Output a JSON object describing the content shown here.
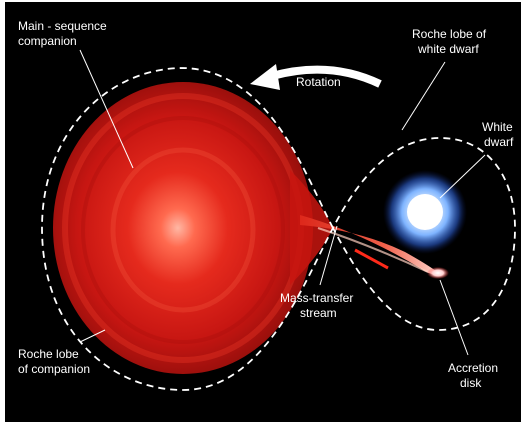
{
  "labels": {
    "main_sequence_1": "Main - sequence",
    "main_sequence_2": "companion",
    "rotation": "Rotation",
    "roche_wd_1": "Roche lobe of",
    "roche_wd_2": "white dwarf",
    "white_dwarf_1": "White",
    "white_dwarf_2": "dwarf",
    "mass_transfer_1": "Mass-transfer",
    "mass_transfer_2": "stream",
    "roche_comp_1": "Roche lobe",
    "roche_comp_2": "of companion",
    "accretion_1": "Accretion",
    "accretion_2": "disk"
  },
  "colors": {
    "background": "#000000",
    "companion_red": "#d11a12",
    "companion_core": "#ffb0a0",
    "white_dwarf_glow": "#5a9bff",
    "roche_lobe_outline": "#ffffff"
  }
}
